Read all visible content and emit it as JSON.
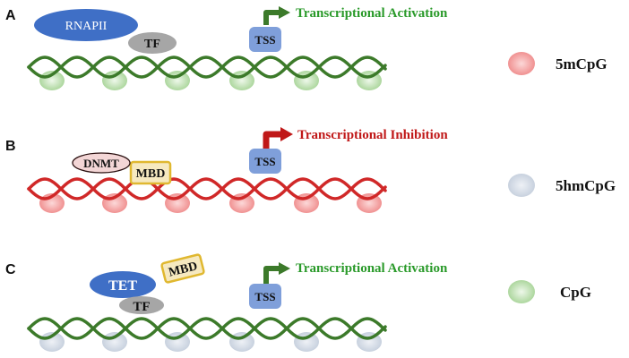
{
  "panels": [
    {
      "label": "A",
      "outcome": "Transcriptional Activation",
      "outcome_color": "#2a9a2a",
      "arrow_color": "#3c7a2a",
      "dna_color": "#3c7a2a",
      "bead_type": "CpG",
      "proteins": {
        "large": "RNAPII",
        "small": "TF"
      },
      "tss": "TSS"
    },
    {
      "label": "B",
      "outcome": "Transcriptional Inhibition",
      "outcome_color": "#c01818",
      "arrow_color": "#c01818",
      "dna_color": "#d02828",
      "bead_type": "5mCpG",
      "proteins": {
        "large": "DNMT",
        "small": "MBD"
      },
      "tss": "TSS"
    },
    {
      "label": "C",
      "outcome": "Transcriptional Activation",
      "outcome_color": "#2a9a2a",
      "arrow_color": "#3c7a2a",
      "dna_color": "#3c7a2a",
      "bead_type": "5hmCpG",
      "proteins": {
        "large": "TET",
        "small": "TF",
        "free": "MBD"
      },
      "tss": "TSS"
    }
  ],
  "legend": [
    {
      "label": "5mCpG",
      "color": "#f4a0a0"
    },
    {
      "label": "5hmCpG",
      "color": "#d3dbe6"
    },
    {
      "label": "CpG",
      "color": "#b9dcae"
    }
  ],
  "colors": {
    "rnapii": "#3f6fc6",
    "tet": "#3f6fc6",
    "tf": "#a6a6a6",
    "tss": "#7f9fda",
    "dnmt": "#f3d6d6",
    "mbd_fill": "#f6e9c0",
    "mbd_border": "#e0b830"
  }
}
